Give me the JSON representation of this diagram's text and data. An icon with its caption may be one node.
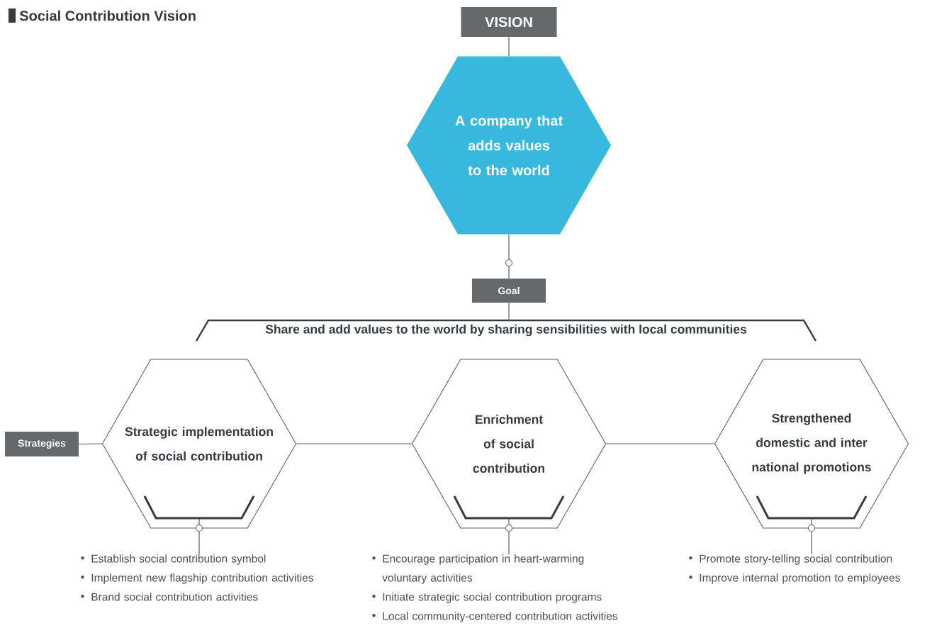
{
  "diagram": {
    "title": "Social Contribution Vision",
    "nodes": [
      {
        "text": [
          "VISION"
        ]
      },
      {
        "text": [
          "A company that adds values to the world"
        ]
      },
      {
        "text": [
          "Goal"
        ]
      },
      {
        "text": [
          "Share and add values to the world by sharing sensibilities with local communities"
        ]
      },
      {
        "text": [
          "Strategies"
        ]
      },
      {
        "text": [
          "Strategic implementation of social contribution"
        ]
      },
      {
        "text": [
          "Enrichment of social contribution"
        ]
      },
      {
        "text": [
          "Strengthened domestic and inter national promotions"
        ]
      },
      {
        "text": [
          "Establish social contribution symbol",
          "Implement new flagship contribution activities",
          "Brand social contribution activities"
        ]
      },
      {
        "text": [
          "Encourage participation in heart-warming voluntary activities",
          "Initiate strategic social contribution programs",
          "Local community-centered contribution activities"
        ]
      },
      {
        "text": [
          "Promote story-telling social contribution",
          "Improve internal promotion to employees"
        ]
      }
    ],
    "edges": [
      {
        "from": 0,
        "to": 1,
        "arrow": "none"
      },
      {
        "from": 1,
        "to": 2,
        "arrow": "none"
      },
      {
        "from": 2,
        "to": 3,
        "arrow": "none"
      },
      {
        "from": 4,
        "to": 5,
        "arrow": "none"
      },
      {
        "from": 5,
        "to": 6,
        "arrow": "none"
      },
      {
        "from": 6,
        "to": 7,
        "arrow": "none"
      },
      {
        "from": 5,
        "to": 8,
        "arrow": "none"
      },
      {
        "from": 6,
        "to": 9,
        "arrow": "none"
      },
      {
        "from": 7,
        "to": 10,
        "arrow": "none"
      }
    ]
  }
}
